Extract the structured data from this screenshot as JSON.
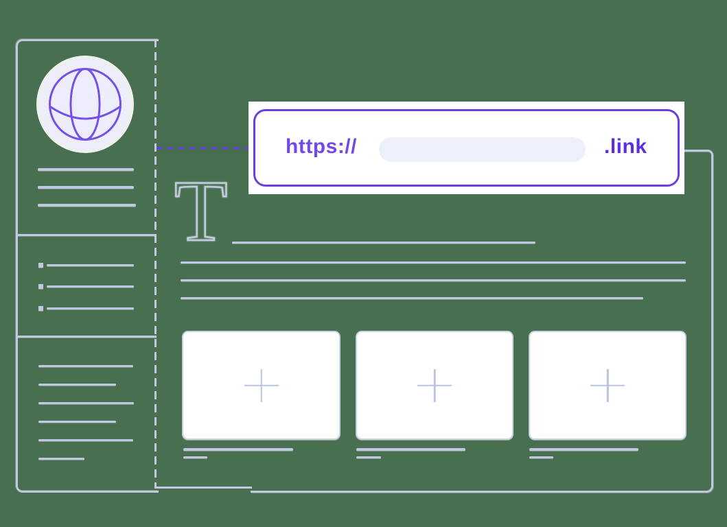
{
  "canvas": {
    "background_color": "#487050",
    "wireframe_color": "#c0c8e2",
    "accent_color": "#6d3cea"
  },
  "url_bar": {
    "protocol_label": "https://",
    "domain_input_value": "",
    "tld_label": ".link"
  },
  "text_section": {
    "drop_cap_glyph": "T"
  },
  "upload_cards": {
    "count": 3,
    "plus_icon": "+"
  }
}
